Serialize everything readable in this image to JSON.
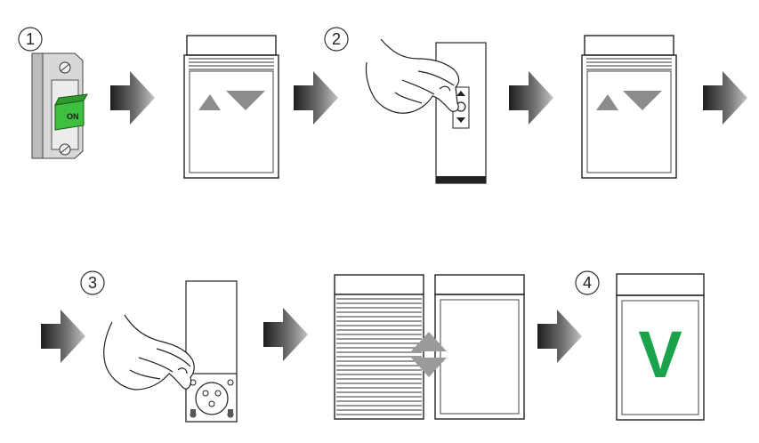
{
  "steps": {
    "s1": "1",
    "s2": "2",
    "s3": "3",
    "s4": "4"
  },
  "breaker": {
    "label": "ON"
  },
  "confirmation": {
    "mark": "V"
  },
  "colors": {
    "breaker_switch": "#3fbf3f",
    "confirm_mark": "#1aa34a",
    "arrow_dark": "#1e1e1e",
    "arrow_light": "#b8b8b8",
    "triangle_gray": "#8c8c8c"
  },
  "icons": {
    "flow_arrow": "flow-arrow-icon",
    "hand": "pointing-hand-icon",
    "up_down": "up-down-arrows-icon"
  }
}
